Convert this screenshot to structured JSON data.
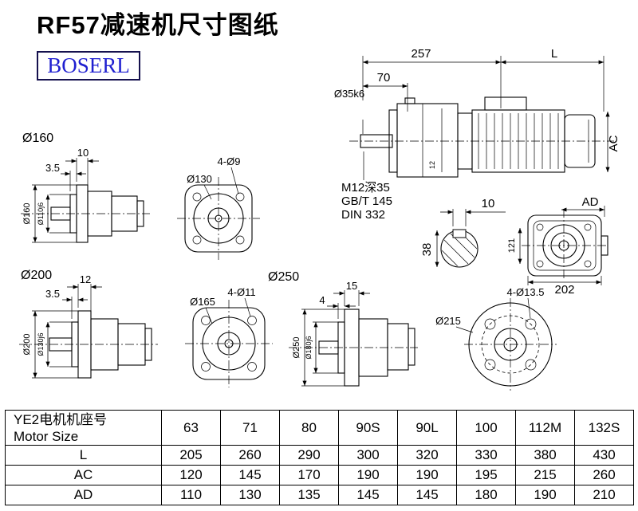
{
  "page": {
    "title": "RF57减速机尺寸图纸",
    "brand": "BOSERL"
  },
  "colors": {
    "brand_blue": "#1f1fd0",
    "line": "#000000"
  },
  "main_view": {
    "dim_257": "257",
    "dim_l": "L",
    "dim_70": "70",
    "shaft_dia": "Ø35k6",
    "dim_ac": "AC",
    "key_dim": "12",
    "thread_note": "M12深35",
    "std_gb": "GB/T 145",
    "std_din": "DIN 332"
  },
  "shaft_section": {
    "key_width": "10",
    "shaft_d": "38"
  },
  "ad_view": {
    "dim_ad": "AD",
    "dim_121": "121",
    "dim_202": "202"
  },
  "flange160": {
    "label": "Ø160",
    "thk": "10",
    "spigot_thk": "3.5",
    "outer_dia": "Ø160",
    "spigot_dia": "Ø110j6",
    "holes": "4-Ø9",
    "bolt_circle": "Ø130"
  },
  "flange200": {
    "label": "Ø200",
    "thk": "12",
    "spigot_thk": "3.5",
    "outer_dia": "Ø200",
    "spigot_dia": "Ø130j6"
  },
  "flange250": {
    "label": "Ø250",
    "bolt_circle": "Ø165",
    "holes": "4-Ø11",
    "thk": "15",
    "spigot_thk": "4",
    "outer_dia": "Ø250",
    "spigot_dia": "Ø180j6"
  },
  "flange215": {
    "bolt_circle": "Ø215",
    "holes": "4-Ø13.5"
  },
  "table": {
    "header_cn": "YE2电机机座号",
    "header_en": "Motor Size",
    "columns": [
      "63",
      "71",
      "80",
      "90S",
      "90L",
      "100",
      "112M",
      "132S"
    ],
    "rows": [
      {
        "label": "L",
        "values": [
          "205",
          "260",
          "290",
          "300",
          "320",
          "330",
          "380",
          "430"
        ]
      },
      {
        "label": "AC",
        "values": [
          "120",
          "145",
          "170",
          "190",
          "190",
          "195",
          "215",
          "260"
        ]
      },
      {
        "label": "AD",
        "values": [
          "110",
          "130",
          "135",
          "145",
          "145",
          "180",
          "190",
          "210"
        ]
      }
    ]
  }
}
